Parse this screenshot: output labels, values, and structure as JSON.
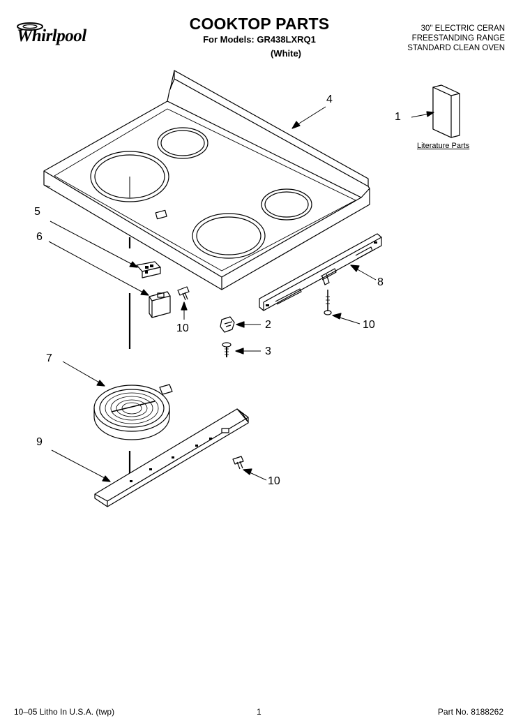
{
  "header": {
    "brand": "Whirlpool",
    "title": "COOKTOP PARTS",
    "models": "For Models: GR438LXRQ1",
    "variant": "(White)",
    "description": [
      "30\" ELECTRIC CERAN",
      "FREESTANDING RANGE",
      "STANDARD CLEAN OVEN"
    ]
  },
  "callouts": {
    "c1": "1",
    "c2": "2",
    "c3": "3",
    "c4": "4",
    "c5": "5",
    "c6": "6",
    "c7": "7",
    "c8": "8",
    "c9": "9",
    "c10a": "10",
    "c10b": "10",
    "c10c": "10"
  },
  "literature_label": "Literature Parts",
  "footer": {
    "left": "10–05 Litho In U.S.A. (twp)",
    "center": "1",
    "right": "Part No. 8188262"
  }
}
